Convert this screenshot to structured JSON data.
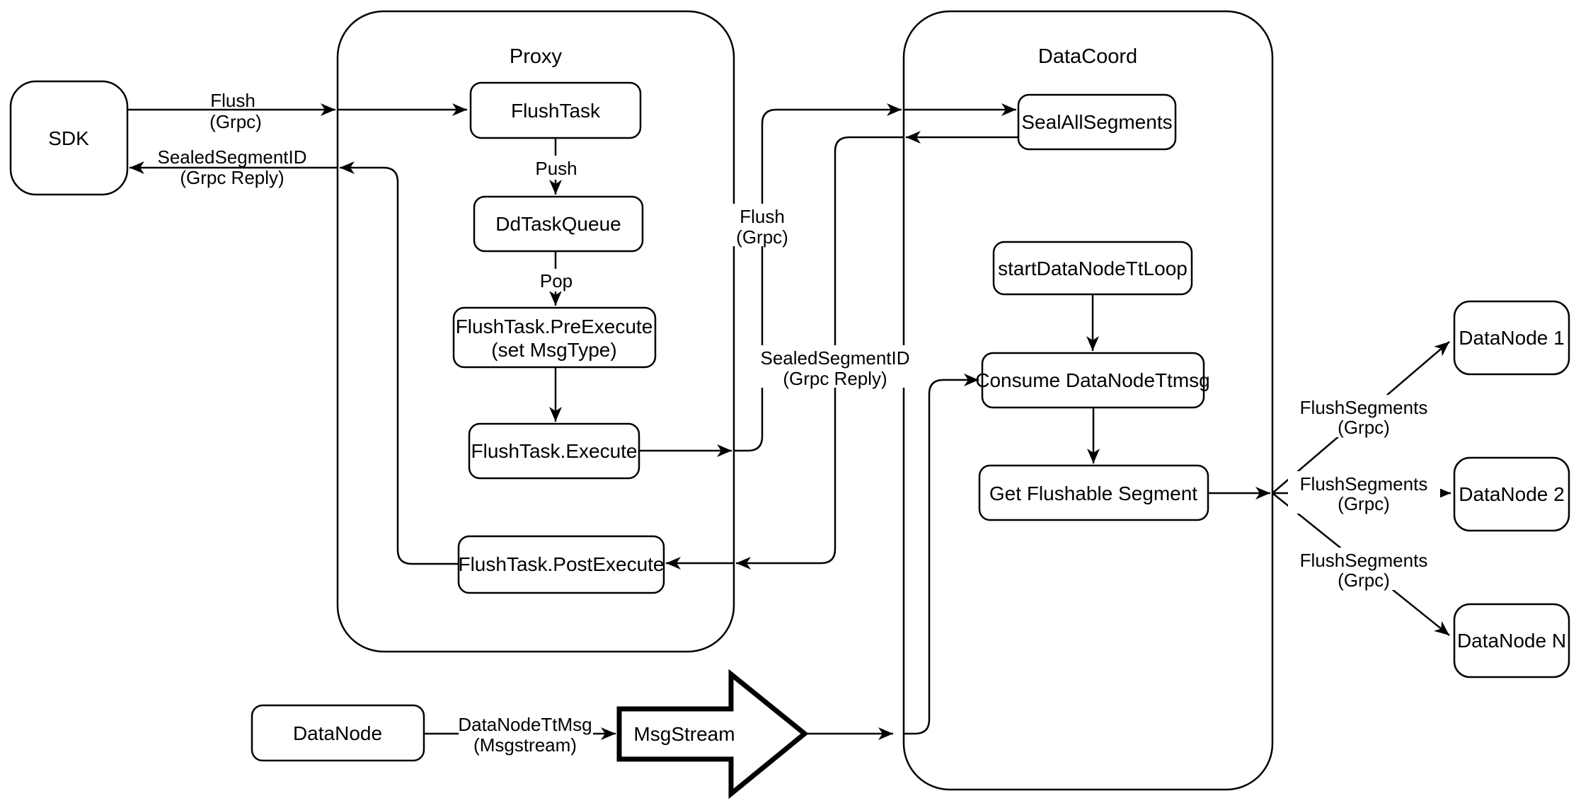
{
  "diagram": {
    "colors": {
      "stroke": "#000000",
      "node_fill": "#ffffff",
      "background": "#ffffff"
    },
    "containers": {
      "proxy": {
        "label": "Proxy"
      },
      "datacoord": {
        "label": "DataCoord"
      }
    },
    "nodes": {
      "sdk": {
        "label": "SDK"
      },
      "flush_task": {
        "label": "FlushTask"
      },
      "dd_task_queue": {
        "label": "DdTaskQueue"
      },
      "pre_execute": {
        "line1": "FlushTask.PreExecute",
        "line2": "(set MsgType)"
      },
      "execute": {
        "label": "FlushTask.Execute"
      },
      "post_execute": {
        "label": "FlushTask.PostExecute"
      },
      "seal_all_segments": {
        "label": "SealAllSegments"
      },
      "start_datanode_tt_loop": {
        "label": "startDataNodeTtLoop"
      },
      "consume_datanode_ttmsg": {
        "label": "Consume DataNodeTtmsg"
      },
      "get_flushable_segment": {
        "label": "Get Flushable Segment"
      },
      "datanode_1": {
        "label": "DataNode 1"
      },
      "datanode_2": {
        "label": "DataNode 2"
      },
      "datanode_n": {
        "label": "DataNode N"
      },
      "datanode": {
        "label": "DataNode"
      },
      "msgstream": {
        "label": "MsgStream"
      }
    },
    "edge_labels": {
      "sdk_flush": {
        "line1": "Flush",
        "line2": "(Grpc)"
      },
      "sdk_reply": {
        "line1": "SealedSegmentID",
        "line2": "(Grpc Reply)"
      },
      "push": {
        "label": "Push"
      },
      "pop": {
        "label": "Pop"
      },
      "mid_flush": {
        "line1": "Flush",
        "line2": "(Grpc)"
      },
      "mid_reply": {
        "line1": "SealedSegmentID",
        "line2": "(Grpc Reply)"
      },
      "flush_segments_1": {
        "line1": "FlushSegments",
        "line2": "(Grpc)"
      },
      "flush_segments_2": {
        "line1": "FlushSegments",
        "line2": "(Grpc)"
      },
      "flush_segments_3": {
        "line1": "FlushSegments",
        "line2": "(Grpc)"
      },
      "datanode_ttmsg": {
        "line1": "DataNodeTtMsg",
        "line2": "(Msgstream)"
      }
    }
  }
}
